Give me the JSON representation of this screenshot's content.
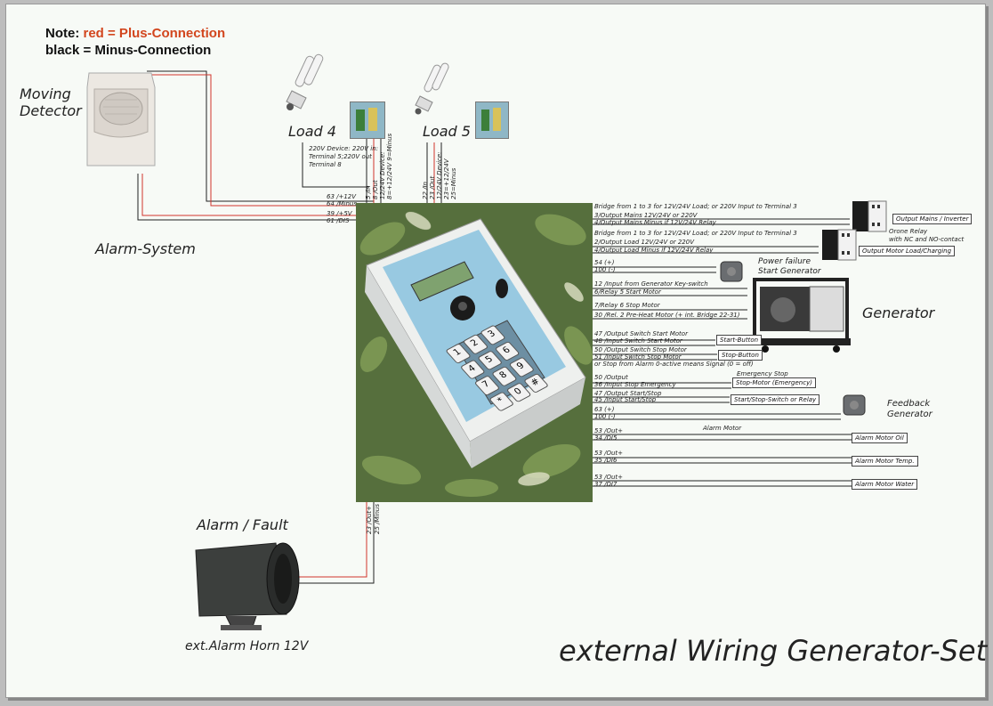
{
  "note": {
    "prefix": "Note:",
    "red_label": "red = Plus-Connection",
    "black_label": "black = Minus-Connection"
  },
  "title": "external Wiring Generator-Set",
  "devices": {
    "moving_detector": "Moving\nDetector",
    "alarm_system": "Alarm-System",
    "load4": "Load 4",
    "load5": "Load 5",
    "generator": "Generator",
    "feedback_generator": "Feedback\nGenerator",
    "power_failure": "Power failure\nStart Generator",
    "orone_relay": "Orone Relay\nwith NC and NO-contact",
    "alarm_fault": "Alarm / Fault",
    "alarm_horn": "ext.Alarm Horn 12V"
  },
  "load4_note": "220V Device: 220V in:\nTerminal 5;220V out\nTerminal 8",
  "left_terminals": [
    "63 /+12V",
    "64 /Minus",
    "39 /+5V",
    "61 /DIS"
  ],
  "top_terminals_load4": [
    "5 /In",
    "8 /Out",
    "12/24V Device:",
    "8=+12/24V 9=Minus"
  ],
  "top_terminals_load5": [
    "22 /In",
    "23 /Out",
    "12/24V Device:",
    "23=+12/24V",
    "25=Minus"
  ],
  "bottom_terminals": [
    "23 /Out+",
    "25 /Minus"
  ],
  "right_terminals": [
    "Bridge from 1 to 3 for 12V/24V Load; or 220V Input to Terminal 3",
    "3/Output Mains 12V/24V or 220V",
    "4/Output Mains Minus if 12V/24V Relay",
    "Bridge from 1 to 3 for 12V/24V Load; or 220V Input to Terminal 3",
    "2/Output Load 12V/24V or 220V",
    "4/Output Load Minus if 12V/24V Relay",
    "54 (+)",
    "100 (-)",
    "12 /Input from Generator Key-switch",
    "6/Relay 5 Start Motor",
    "7/Relay 6 Stop Motor",
    "30 /Rel. 2 Pre-Heat Motor (+ int. Bridge 22-31)",
    "47 /Output Switch Start Motor",
    "48 /Input Switch Start Motor",
    "50 /Output Switch Stop Motor",
    "51 /Input Switch Stop Motor",
    "or Stop from Alarm 0-active means Signal (0 = off)",
    "50 /Output",
    "36 /Input Stop Emergency",
    "47 /Output Start/Stop",
    "45 /Input Start/Stop",
    "63 (+)",
    "100 (-)",
    "53 /Out+",
    "34 /DI5",
    "53 /Out+",
    "35 /DI6",
    "53 /Out+",
    "37 /DI7"
  ],
  "boxes": {
    "output_mains": "Output Mains / Inverter",
    "output_load": "Output Motor Load/Charging",
    "start_button": "Start-Button",
    "stop_button": "Stop-Button",
    "emergency_stop_title": "Emergency Stop",
    "stop_motor": "Stop-Motor (Emergency)",
    "start_stop_switch": "Start/Stop-Switch or Relay",
    "alarm_motor_title": "Alarm Motor",
    "alarm_oil": "Alarm Motor Oil",
    "alarm_temp": "Alarm Motor Temp.",
    "alarm_water": "Alarm Motor Water"
  },
  "keypad_keys": [
    "1",
    "2",
    "3",
    "4",
    "5",
    "6",
    "7",
    "8",
    "9",
    "*",
    "0",
    "#"
  ],
  "colors": {
    "plus_wire": "#d0342c",
    "minus_wire": "#222222",
    "note_red": "#d2461e"
  }
}
